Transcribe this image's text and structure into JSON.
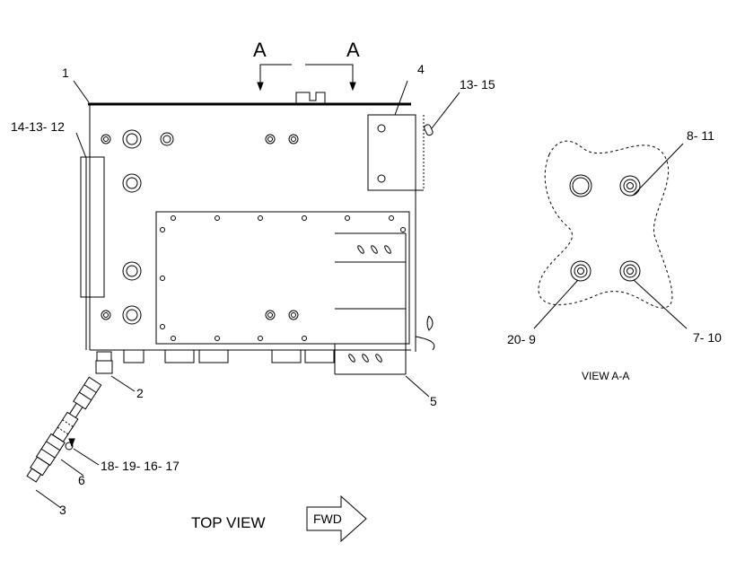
{
  "section_marker": {
    "left": "A",
    "right": "A"
  },
  "callouts": {
    "c1": "1",
    "c2": "2",
    "c3": "3",
    "c4": "4",
    "c5": "5",
    "c6": "6",
    "c13_15": "13- 15",
    "c14_13_12": "14-13- 12",
    "c18_19_16_17": "18- 19- 16- 17",
    "c8_11": "8- 11",
    "c20_9": "20- 9",
    "c7_10": "7- 10"
  },
  "captions": {
    "top_view": "TOP VIEW",
    "fwd": "FWD",
    "view_aa": "VIEW A-A"
  }
}
